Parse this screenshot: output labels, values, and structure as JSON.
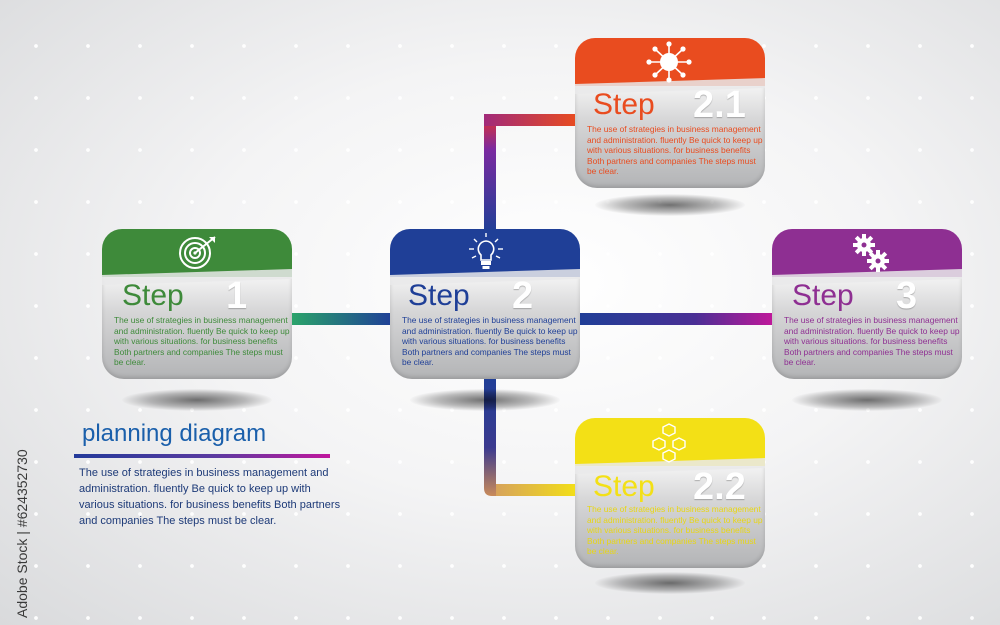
{
  "diagram": {
    "title": "planning diagram",
    "description": "The use of strategies in business management and administration. fluently Be quick to keep up with various situations. for business benefits Both partners and companies The steps must be clear.",
    "watermark": "Adobe Stock | #624352730",
    "colors": {
      "step1": "#3e8a3a",
      "step2": "#1f3f97",
      "step21": "#e94c1f",
      "step22": "#f3e016",
      "step3": "#8e2f92"
    },
    "steps": [
      {
        "id": "step1",
        "word": "Step",
        "number": "1",
        "icon": "target-icon",
        "text": "The use of strategies in business management and administration. fluently Be quick to keep up with various situations. for business benefits Both partners and companies The steps must be clear."
      },
      {
        "id": "step2",
        "word": "Step",
        "number": "2",
        "icon": "lightbulb-icon",
        "text": "The use of strategies in business management and administration. fluently Be quick to keep up with various situations. for business benefits Both partners and companies The steps must be clear."
      },
      {
        "id": "step21",
        "word": "Step",
        "number": "2.1",
        "icon": "network-icon",
        "text": "The use of strategies in business management and administration. fluently Be quick to keep up with various situations. for business benefits Both partners and companies The steps must be clear."
      },
      {
        "id": "step22",
        "word": "Step",
        "number": "2.2",
        "icon": "cubes-icon",
        "text": "The use of strategies in business management and administration. fluently Be quick to keep up with various situations. for business benefits Both partners and companies The steps must be clear."
      },
      {
        "id": "step3",
        "word": "Step",
        "number": "3",
        "icon": "gears-icon",
        "text": "The use of strategies in business management and administration. fluently Be quick to keep up with various situations. for business benefits Both partners and companies The steps must be clear."
      }
    ]
  }
}
